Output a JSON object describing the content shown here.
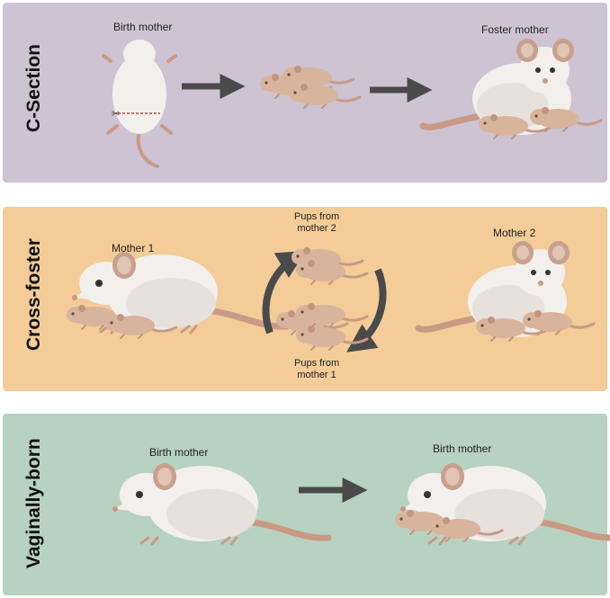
{
  "panels": {
    "csection": {
      "label": "C-Section",
      "birth_mother": "Birth mother",
      "foster_mother": "Foster mother",
      "bg": "#cdc3d3"
    },
    "crossfoster": {
      "label": "Cross-foster",
      "mother1": "Mother 1",
      "mother2": "Mother 2",
      "pups_from_mother2_line1": "Pups from",
      "pups_from_mother2_line2": "mother 2",
      "pups_from_mother1_line1": "Pups from",
      "pups_from_mother1_line2": "mother 1",
      "bg": "#f3cc98"
    },
    "vaginal": {
      "label": "Vaginally-born",
      "birth_mother_left": "Birth mother",
      "birth_mother_right": "Birth mother",
      "bg": "#b7d2c0"
    }
  },
  "colors": {
    "arrow": "#4a4a4a",
    "mouse_body": "#f2efec",
    "mouse_shade": "#dcd6d0",
    "ear": "#c9a08e",
    "pup": "#d9b49d",
    "tail": "#c99a86"
  }
}
